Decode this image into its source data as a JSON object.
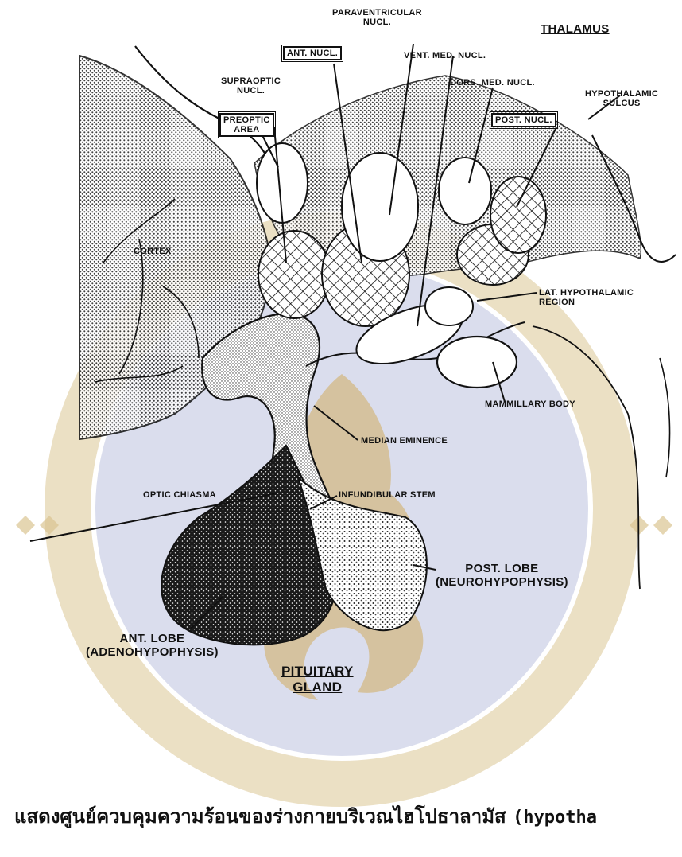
{
  "labels": {
    "paraventricular": "PARAVENTRICULAR\nNUCL.",
    "thalamus": "THALAMUS",
    "ant_nucl": "ANT. NUCL.",
    "vent_med_nucl": "VENT. MED. NUCL.",
    "supraoptic": "SUPRAOPTIC\nNUCL.",
    "dors_med_nucl": "DORS. MED. NUCL.",
    "hypothalamic_sulcus": "HYPOTHALAMIC\nSULCUS",
    "preoptic_area": "PREOPTIC\nAREA",
    "post_nucl": "POST. NUCL.",
    "cortex": "CORTEX",
    "lat_hypothalamic_region": "LAT. HYPOTHALAMIC\nREGION",
    "mammillary_body": "MAMMILLARY BODY",
    "median_eminence": "MEDIAN EMINENCE",
    "optic_chiasma": "OPTIC CHIASMA",
    "infundibular_stem": "INFUNDIBULAR STEM",
    "post_lobe": "POST.  LOBE\n(NEUROHYPOPHYSIS)",
    "ant_lobe": "ANT. LOBE\n(ADENOHYPOPHYSIS)",
    "pituitary_gland": "PITUITARY\nGLAND"
  },
  "caption": {
    "thai": "แสดงศูนย์ควบคุมความร้อนของร่างกายบริเวณไฮโปธาลามัส",
    "latin": "(hypotha"
  },
  "colors": {
    "ink": "#111111",
    "watermark_disc": "#c9cde6",
    "watermark_ring": "#d7bf86",
    "watermark_gold": "#caa24c"
  }
}
